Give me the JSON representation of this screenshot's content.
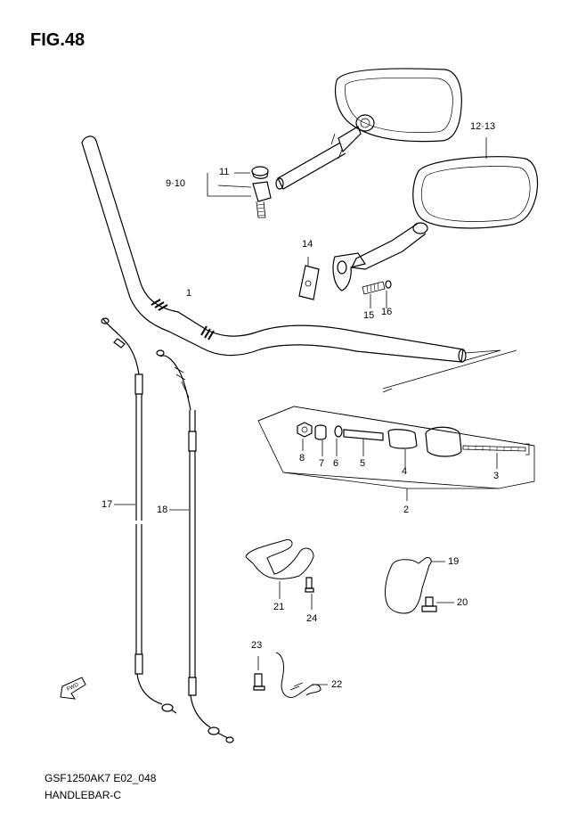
{
  "figure": {
    "title": "FIG.48",
    "model_code": "GSF1250AK7 E02_048",
    "name": "HANDLEBAR-C"
  },
  "callouts": {
    "p1": "1",
    "p2": "2",
    "p3": "3",
    "p4": "4",
    "p5": "5",
    "p6": "6",
    "p7": "7",
    "p8": "8",
    "p9_10": "9·10",
    "p11": "11",
    "p12_13": "12·13",
    "p14": "14",
    "p15": "15",
    "p16": "16",
    "p17": "17",
    "p18": "18",
    "p19": "19",
    "p20": "20",
    "p21": "21",
    "p22": "22",
    "p23": "23",
    "p24": "24"
  },
  "fwd_marker": "FWD"
}
